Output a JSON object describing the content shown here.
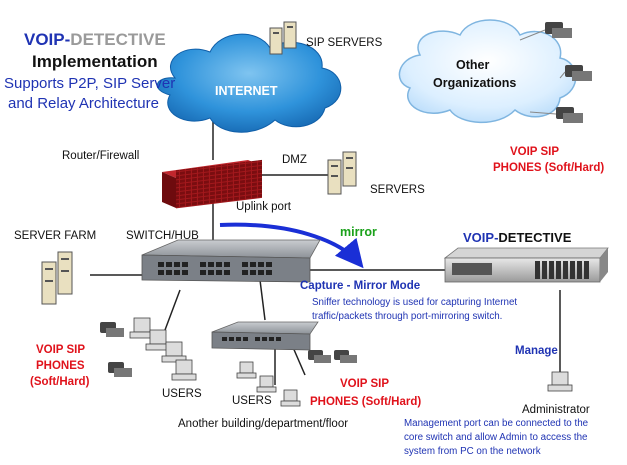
{
  "title": {
    "brand_part1": "VOIP-",
    "brand_part2": "DETECTIVE",
    "heading": "Implementation",
    "line1": "Supports P2P, SIP Server",
    "line2": "and Relay Architecture"
  },
  "labels": {
    "internet": "INTERNET",
    "sip_servers": "SIP SERVERS",
    "other_orgs_line1": "Other",
    "other_orgs_line2": "Organizations",
    "voip_sip_phones_right_l1": "VOIP SIP",
    "voip_sip_phones_right_l2": "PHONES (Soft/Hard)",
    "router_firewall": "Router/Firewall",
    "dmz": "DMZ",
    "servers": "SERVERS",
    "uplink_port": "Uplink port",
    "server_farm": "SERVER FARM",
    "switch_hub": "SWITCH/HUB",
    "mirror": "mirror",
    "device_part1": "VOIP-",
    "device_part2": "DETECTIVE",
    "capture_mode": "Capture - Mirror Mode",
    "capture_desc_l1": "Sniffer technology is used for capturing Internet",
    "capture_desc_l2": "traffic/packets through port-mirroring switch.",
    "manage": "Manage",
    "left_phones_l1": "VOIP SIP",
    "left_phones_l2": "PHONES",
    "left_phones_l3": "(Soft/Hard)",
    "users_left": "USERS",
    "users_mid": "USERS",
    "mid_phones_l1": "VOIP SIP",
    "mid_phones_l2": "PHONES (Soft/Hard)",
    "another_building": "Another building/department/floor",
    "administrator": "Administrator",
    "mgmt_l1": "Management port can be connected to the",
    "mgmt_l2": "core switch and allow Admin to access the",
    "mgmt_l3": "system from  PC on the network"
  }
}
